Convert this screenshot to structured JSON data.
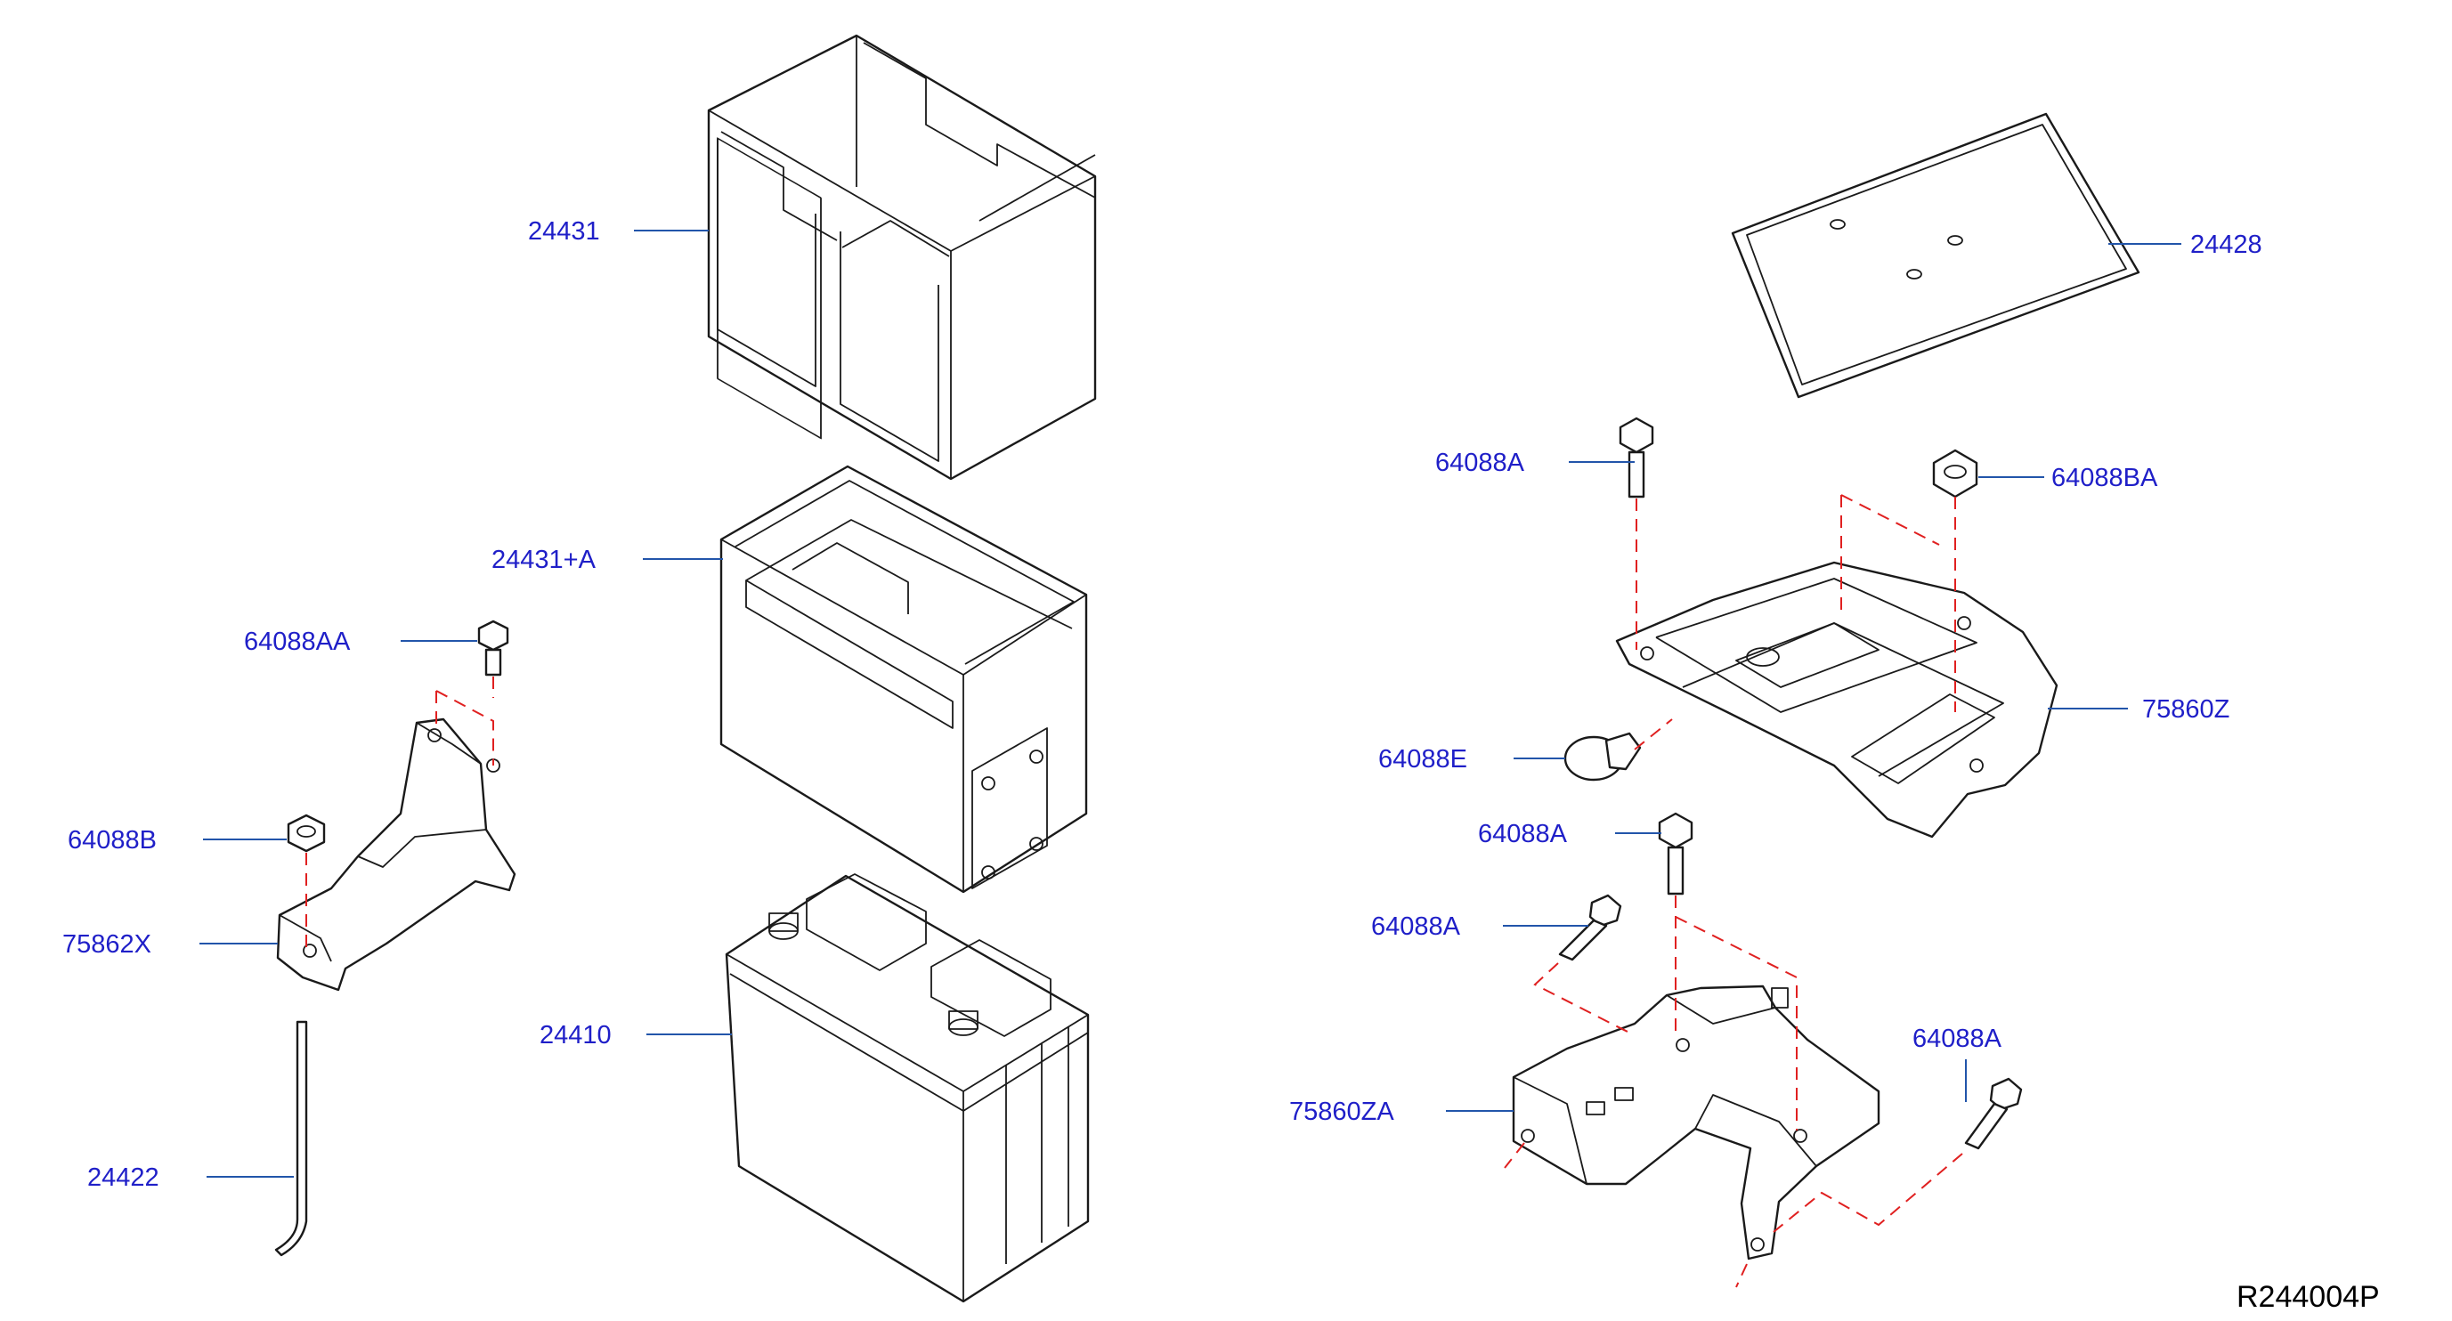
{
  "colors": {
    "label": "#1f1fc8",
    "leader": "#2255aa",
    "dash": "#e02020",
    "line": "#1a1a1a"
  },
  "labels": {
    "p24431": "24431",
    "p24431a": "24431+A",
    "p24410": "24410",
    "p24422": "24422",
    "p64088aa": "64088AA",
    "p64088b": "64088B",
    "p75862x": "75862X",
    "p24428": "24428",
    "p64088a_top": "64088A",
    "p64088ba": "64088BA",
    "p75860z": "75860Z",
    "p64088e": "64088E",
    "p64088a_mid": "64088A",
    "p64088a_left": "64088A",
    "p64088a_right": "64088A",
    "p75860za": "75860ZA"
  },
  "diagram_code": "R244004P"
}
